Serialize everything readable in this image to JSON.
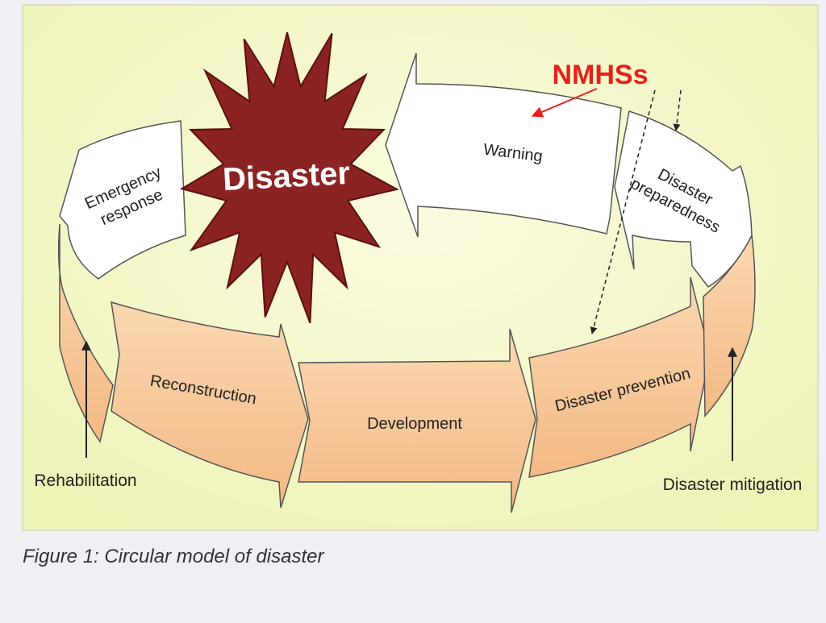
{
  "diagram": {
    "center_label": "Disaster",
    "ring": {
      "warning": "Warning",
      "preparedness_line1": "Disaster",
      "preparedness_line2": "preparedness",
      "emergency_line1": "Emergency",
      "emergency_line2": "response",
      "reconstruction": "Reconstruction",
      "development": "Development",
      "prevention": "Disaster prevention"
    },
    "side_labels": {
      "rehabilitation": "Rehabilitation",
      "mitigation": "Disaster mitigation"
    },
    "annotation": {
      "label": "NMHSs",
      "color": "#e8201a"
    },
    "caption": "Figure 1: Circular model of disaster",
    "colors": {
      "panel": "#f5f6c6",
      "starburst": "#8c2323",
      "upper_band": "#ffffff",
      "lower_band": "#f6c79a",
      "outline": "#3a3a3a"
    }
  }
}
